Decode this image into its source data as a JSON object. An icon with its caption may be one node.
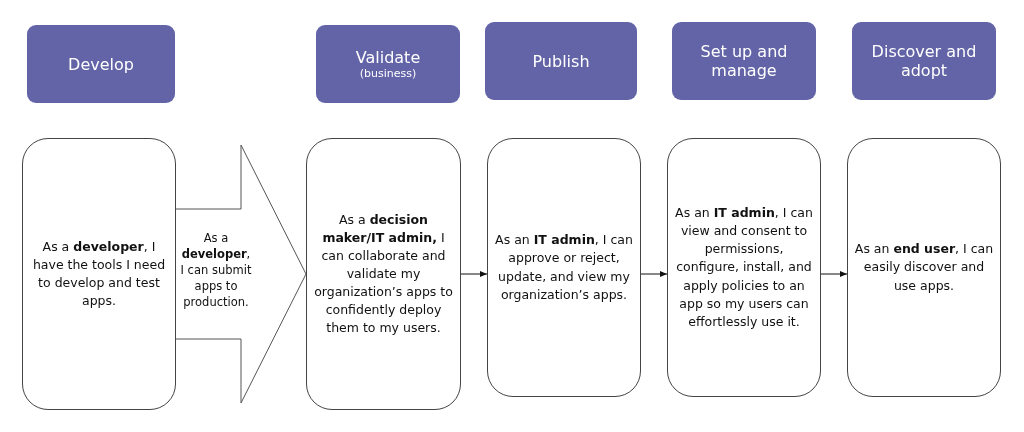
{
  "diagram": {
    "nodes": [
      {
        "text": [
          "Develop"
        ]
      },
      {
        "text": [
          "Validate",
          "(business)"
        ]
      },
      {
        "text": [
          "Publish"
        ]
      },
      {
        "text": [
          "Set up and manage"
        ]
      },
      {
        "text": [
          "Discover and adopt"
        ]
      },
      {
        "text": [
          "As a **developer**, I have the tools I need to develop and test apps."
        ]
      },
      {
        "text": [
          "As a **decision maker/IT admin,** I can collaborate and validate my organization’s apps to confidently deploy them to my users."
        ]
      },
      {
        "text": [
          "As an **IT admin**, I can approve or reject, update, and view my organization’s apps."
        ]
      },
      {
        "text": [
          "As an **IT admin**, I can view and consent to permissions, configure, install, and apply policies to an app so my users can effortlessly use it."
        ]
      },
      {
        "text": [
          "As an **end user**, I can easily discover and use apps."
        ]
      }
    ],
    "edges": [
      {
        "from": 5,
        "to": 6,
        "arrow": "to",
        "style": "thick",
        "label": "As a **developer**, I can submit apps to production."
      },
      {
        "from": 6,
        "to": 7,
        "arrow": "to"
      },
      {
        "from": 7,
        "to": 8,
        "arrow": "to"
      },
      {
        "from": 8,
        "to": 9,
        "arrow": "to"
      }
    ]
  }
}
